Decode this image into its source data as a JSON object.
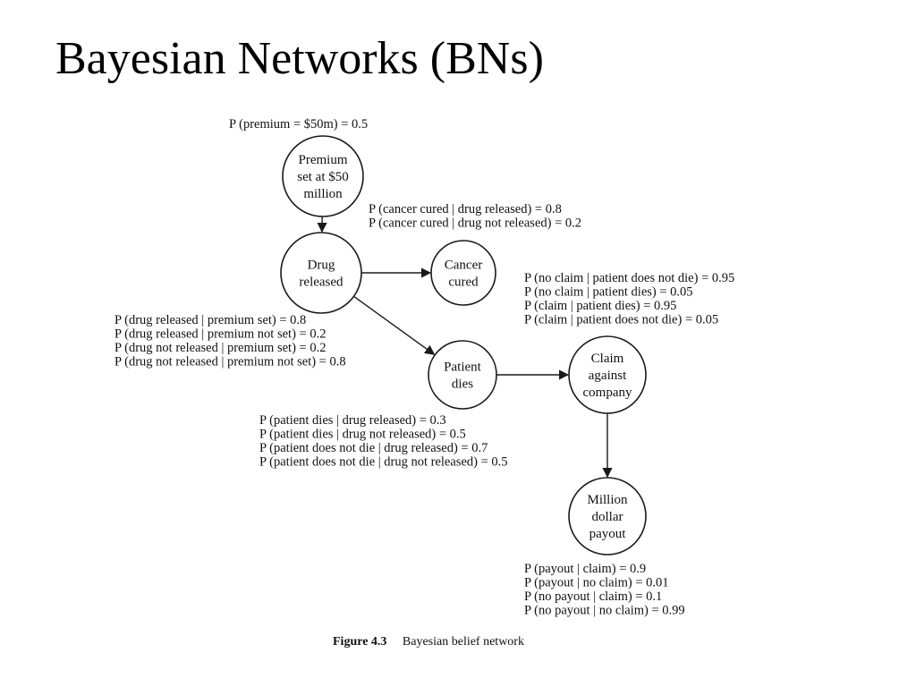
{
  "slide": {
    "title": "Bayesian Networks (BNs)"
  },
  "diagram": {
    "nodes": [
      {
        "id": "premium",
        "lines": [
          "Premium",
          "set at $50",
          "million"
        ]
      },
      {
        "id": "drug",
        "lines": [
          "Drug",
          "released"
        ]
      },
      {
        "id": "cancer",
        "lines": [
          "Cancer",
          "cured"
        ]
      },
      {
        "id": "patient",
        "lines": [
          "Patient",
          "dies"
        ]
      },
      {
        "id": "claim",
        "lines": [
          "Claim",
          "against",
          "company"
        ]
      },
      {
        "id": "payout",
        "lines": [
          "Million",
          "dollar",
          "payout"
        ]
      }
    ],
    "edges": [
      {
        "from": "premium",
        "to": "drug"
      },
      {
        "from": "drug",
        "to": "cancer"
      },
      {
        "from": "drug",
        "to": "patient"
      },
      {
        "from": "patient",
        "to": "claim"
      },
      {
        "from": "claim",
        "to": "payout"
      }
    ],
    "probability_tables": [
      {
        "id": "premium-prior",
        "lines": [
          "P (premium = $50m) = 0.5"
        ]
      },
      {
        "id": "cancer-cpt",
        "lines": [
          "P (cancer cured | drug released) = 0.8",
          "P (cancer cured | drug not released) = 0.2"
        ]
      },
      {
        "id": "claim-cpt",
        "lines": [
          "P (no claim | patient does not die) = 0.95",
          "P (no claim | patient dies) = 0.05",
          "P (claim | patient dies) = 0.95",
          "P (claim | patient does not die) = 0.05"
        ]
      },
      {
        "id": "drug-cpt",
        "lines": [
          "P (drug released | premium set) = 0.8",
          "P (drug released | premium not set) = 0.2",
          "P (drug not released | premium set) = 0.2",
          "P (drug not released | premium not set) = 0.8"
        ]
      },
      {
        "id": "patient-cpt",
        "lines": [
          "P (patient dies | drug released) = 0.3",
          "P (patient dies | drug not released) = 0.5",
          "P (patient does not die | drug released) = 0.7",
          "P (patient does not die | drug not released) = 0.5"
        ]
      },
      {
        "id": "payout-cpt",
        "lines": [
          "P (payout | claim) = 0.9",
          "P (payout | no claim) = 0.01",
          "P (no payout | claim) = 0.1",
          "P (no payout | no claim) = 0.99"
        ]
      }
    ],
    "caption": {
      "number": "Figure 4.3",
      "text": "Bayesian belief network"
    }
  }
}
